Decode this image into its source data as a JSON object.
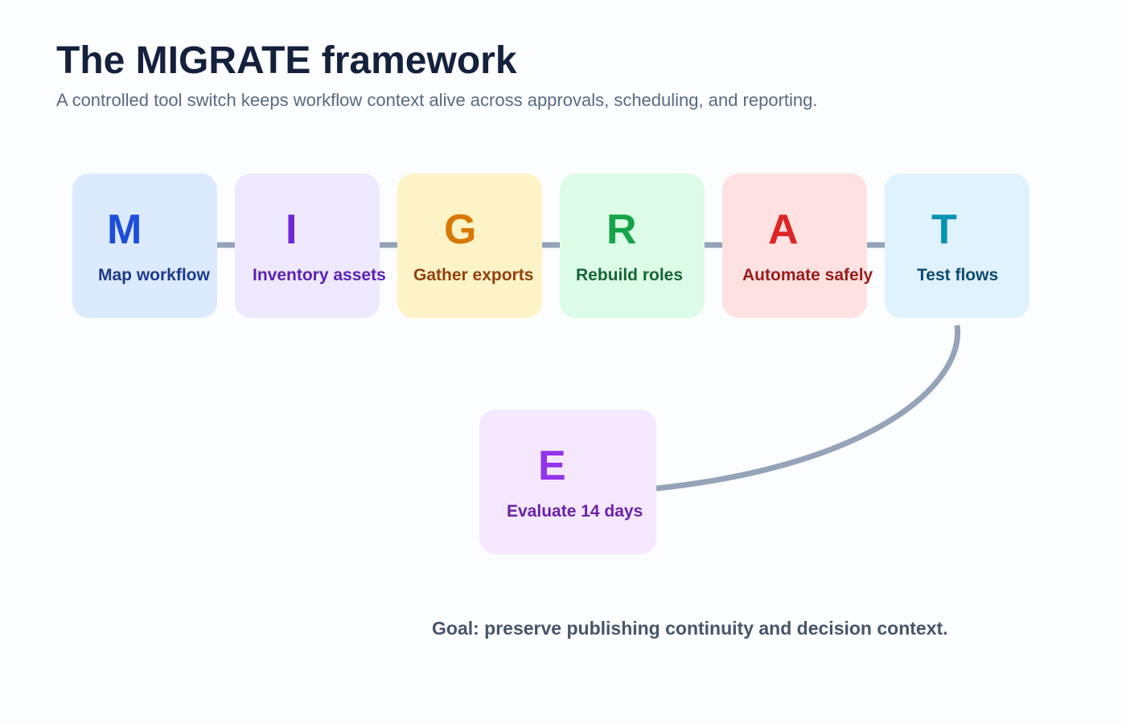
{
  "header": {
    "title": "The MIGRATE framework",
    "subtitle": "A controlled tool switch keeps workflow context alive across approvals, scheduling, and reporting."
  },
  "steps": [
    {
      "letter": "M",
      "label": "Map workflow",
      "bg": "#dceafe",
      "letter_color": "#1d4ed8",
      "label_color": "#1e3a8a"
    },
    {
      "letter": "I",
      "label": "Inventory assets",
      "bg": "#eee9fe",
      "letter_color": "#6d28d9",
      "label_color": "#5b21b6"
    },
    {
      "letter": "G",
      "label": "Gather exports",
      "bg": "#fef3c7",
      "letter_color": "#d97706",
      "label_color": "#92400e"
    },
    {
      "letter": "R",
      "label": "Rebuild roles",
      "bg": "#dcfce7",
      "letter_color": "#16a34a",
      "label_color": "#166534"
    },
    {
      "letter": "A",
      "label": "Automate safely",
      "bg": "#fee2e2",
      "letter_color": "#dc2626",
      "label_color": "#991b1b"
    },
    {
      "letter": "T",
      "label": "Test flows",
      "bg": "#e0f2fe",
      "letter_color": "#0891b2",
      "label_color": "#0c4a6e"
    },
    {
      "letter": "E",
      "label": "Evaluate 14 days",
      "bg": "#f5e8fe",
      "letter_color": "#9333ea",
      "label_color": "#6b21a8"
    }
  ],
  "footer": {
    "goal": "Goal: preserve publishing continuity and decision context."
  },
  "colors": {
    "connector": "#94a3b8",
    "title": "#14213d",
    "subtitle": "#596b80",
    "goal": "#475569",
    "background": "#fbfdfe"
  }
}
